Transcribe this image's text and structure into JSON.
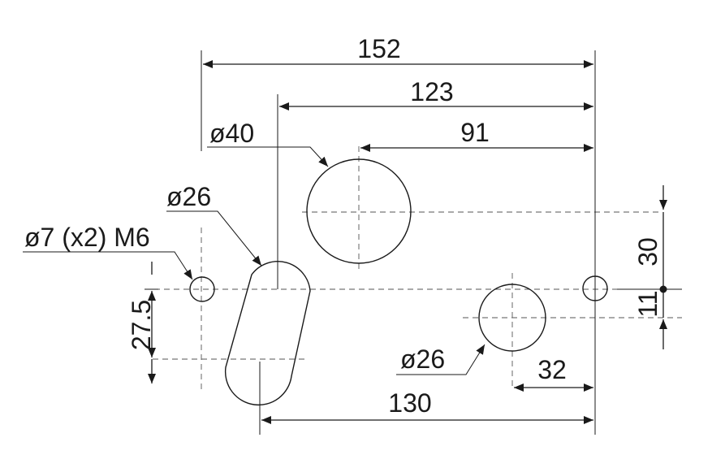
{
  "dimensions": {
    "overall_width": "152",
    "width_123": "123",
    "width_91": "91",
    "width_130": "130",
    "width_32": "32",
    "height_27_5": "27.5",
    "height_30": "30",
    "height_11": "11"
  },
  "holes": {
    "large_hole": "ø40",
    "slot": "ø26",
    "small_holes": "ø7 (x2) M6",
    "lower_hole": "ø26"
  }
}
